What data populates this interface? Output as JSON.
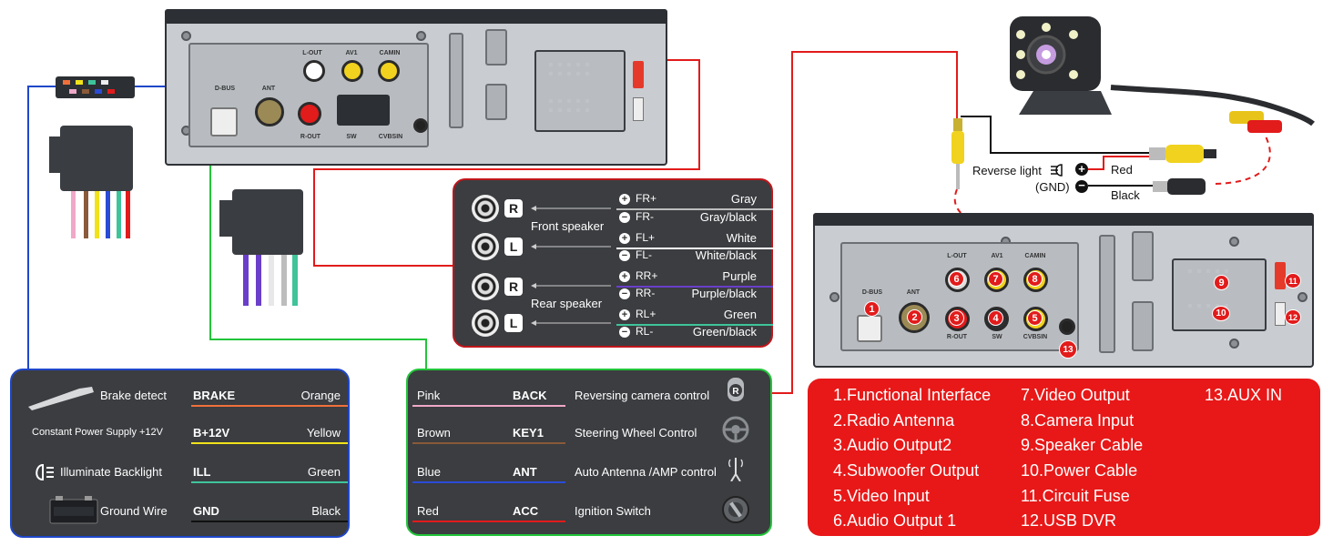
{
  "top_unit": {
    "ports": {
      "lout": "L-OUT",
      "av1": "AV1",
      "camin": "CAMIN",
      "dbus": "D-BUS",
      "ant": "ANT",
      "rout": "R-OUT",
      "sw": "SW",
      "cvbsin": "CVBSIN"
    }
  },
  "speaker_panel": {
    "front_label": "Front speaker",
    "rear_label": "Rear speaker",
    "rows": [
      {
        "sign": "+",
        "code": "FR+",
        "color": "Gray",
        "line": "#bdbdbd"
      },
      {
        "sign": "−",
        "code": "FR-",
        "color": "Gray/black",
        "line": "#bdbdbd"
      },
      {
        "sign": "+",
        "code": "FL+",
        "color": "White",
        "line": "#ffffff"
      },
      {
        "sign": "−",
        "code": "FL-",
        "color": "White/black",
        "line": "#ffffff"
      },
      {
        "sign": "+",
        "code": "RR+",
        "color": "Purple",
        "line": "#6a3fc9"
      },
      {
        "sign": "−",
        "code": "RR-",
        "color": "Purple/black",
        "line": "#6a3fc9"
      },
      {
        "sign": "+",
        "code": "RL+",
        "color": "Green",
        "line": "#3fc49a"
      },
      {
        "sign": "−",
        "code": "RL-",
        "color": "Green/black",
        "line": "#3fc49a"
      }
    ],
    "letters": [
      "R",
      "L",
      "R",
      "L"
    ]
  },
  "power_panel": {
    "rows": [
      {
        "label": "Brake detect",
        "code": "BRAKE",
        "color": "Orange",
        "line": "#f0703a",
        "icon": "handbrake-icon"
      },
      {
        "label": "Constant Power Supply +12V",
        "code": "B+12V",
        "color": "Yellow",
        "line": "#f2e21a",
        "icon": ""
      },
      {
        "label": "Illuminate Backlight",
        "code": "ILL",
        "color": "Green",
        "line": "#3fc49a",
        "icon": "headlight-icon"
      },
      {
        "label": "Ground Wire",
        "code": "GND",
        "color": "Black",
        "line": "#111111",
        "icon": "battery-icon"
      }
    ]
  },
  "ctrl_panel": {
    "rows": [
      {
        "color": "Pink",
        "code": "BACK",
        "func": "Reversing camera control",
        "line": "#f0a8c8",
        "icon": "reverse-gear-icon"
      },
      {
        "color": "Brown",
        "code": "KEY1",
        "func": "Steering Wheel Control",
        "line": "#8a5a3a",
        "icon": "steering-wheel-icon"
      },
      {
        "color": "Blue",
        "code": "ANT",
        "func": "Auto Antenna /AMP control",
        "line": "#2a4bd6",
        "icon": "antenna-icon"
      },
      {
        "color": "Red",
        "code": "ACC",
        "func": "Ignition Switch",
        "line": "#e21b1b",
        "icon": "ignition-icon"
      }
    ]
  },
  "camera": {
    "reverse_light": "Reverse light",
    "gnd": "(GND)",
    "red": "Red",
    "black": "Black"
  },
  "legend": {
    "items": [
      "1.Functional Interface",
      "2.Radio Antenna",
      "3.Audio Output2",
      "4.Subwoofer Output",
      "5.Video Input",
      "6.Audio Output 1",
      "7.Video Output",
      "8.Camera Input",
      "9.Speaker Cable",
      "10.Power Cable",
      "11.Circuit Fuse",
      "12.USB DVR",
      "13.AUX IN"
    ]
  },
  "colors": {
    "red": "#e21b1b",
    "blue": "#1f47c9",
    "green": "#22c53a",
    "panel": "#3b3d40"
  }
}
